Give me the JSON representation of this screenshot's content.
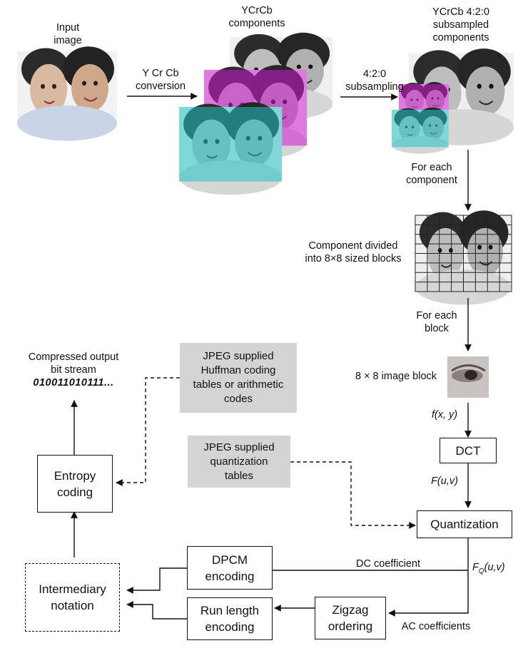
{
  "top": {
    "input_label": [
      "Input",
      "image"
    ],
    "ycrcb_label": [
      "YCrCb",
      "components"
    ],
    "sub_label": [
      "YCrCb 4:2:0",
      "subsampled",
      "components"
    ],
    "conversion_label": [
      "Y Cr Cb",
      "conversion"
    ],
    "subsampling_label": [
      "4:2:0",
      "subsampling"
    ]
  },
  "middle": {
    "for_each_component": [
      "For each",
      "component"
    ],
    "component_divided": [
      "Component divided",
      "into 8×8 sized blocks"
    ],
    "for_each_block": [
      "For each",
      "block"
    ],
    "image_block": "8 × 8 image block"
  },
  "math": {
    "fxy": "f(x, y)",
    "Fuv": "F(u,v)",
    "FQ_F": "F",
    "FQ_sub": "Q",
    "FQ_args": "(u,v)"
  },
  "boxes": {
    "dct": "DCT",
    "quantization": "Quantization",
    "dpcm": [
      "DPCM",
      "encoding"
    ],
    "zigzag": [
      "Zigzag",
      "ordering"
    ],
    "runlength": [
      "Run length",
      "encoding"
    ],
    "intermediary": [
      "Intermediary",
      "notation"
    ],
    "entropy": [
      "Entropy",
      "coding"
    ]
  },
  "gray_boxes": {
    "huffman": [
      "JPEG supplied",
      "Huffman coding",
      "tables or arithmetic",
      "codes"
    ],
    "quant_tables": [
      "JPEG supplied",
      "quantization",
      "tables"
    ]
  },
  "output": {
    "label": [
      "Compressed output",
      "bit stream"
    ],
    "bits": "010011010111..."
  },
  "edge_labels": {
    "dc": "DC coefficient",
    "ac": "AC coefficients"
  },
  "colors": {
    "line": "#111111",
    "gray_box": "#d4d4d4",
    "cr_tint": "#d21ad2",
    "cb_tint": "#22c2c2"
  }
}
